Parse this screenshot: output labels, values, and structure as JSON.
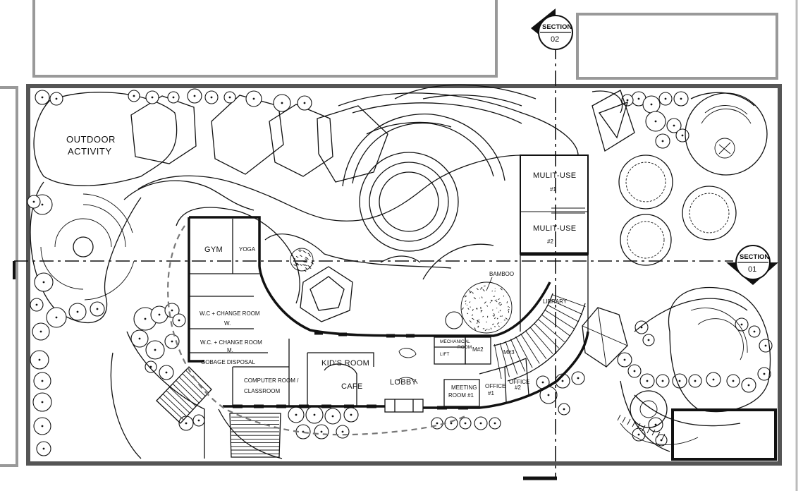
{
  "sections": [
    {
      "id": "section-02",
      "label": "SECTION",
      "number": "02"
    },
    {
      "id": "section-01",
      "label": "SECTION",
      "number": "01"
    }
  ],
  "rooms": {
    "outdoor_activity_1": "OUTDOOR",
    "outdoor_activity_2": "ACTIVITY",
    "gym": "GYM",
    "yoga": "YOGA",
    "wc_w_1": "W.C + CHANGE ROOM",
    "wc_w_2": "W.",
    "wc_m_1": "W.C. + CHANGE ROOM",
    "wc_m_2": "M.",
    "gobage": "GOBAGE DISPOSAL",
    "computer_1": "COMPUTER ROOM /",
    "computer_2": "CLASSROOM",
    "kids": "KID'S ROOM",
    "cafe": "CAFE",
    "lobby": "LOBBY",
    "mechanical_1": "MECHANICAL",
    "mechanical_2": "ROOM",
    "lift": "LIFT",
    "m2": "M#2",
    "m3": "M#3",
    "meeting_1": "MEETING",
    "meeting_2": "ROOM #1",
    "office1_1": "OFFICE",
    "office1_2": "#1",
    "office2_1": "OFFICE",
    "office2_2": "#2",
    "multi1_1": "MULIT-USE",
    "multi1_2": "#1",
    "multi2_1": "MULIT-USE",
    "multi2_2": "#2",
    "library": "LIBRARY",
    "bamboo": "BAMBOO"
  }
}
